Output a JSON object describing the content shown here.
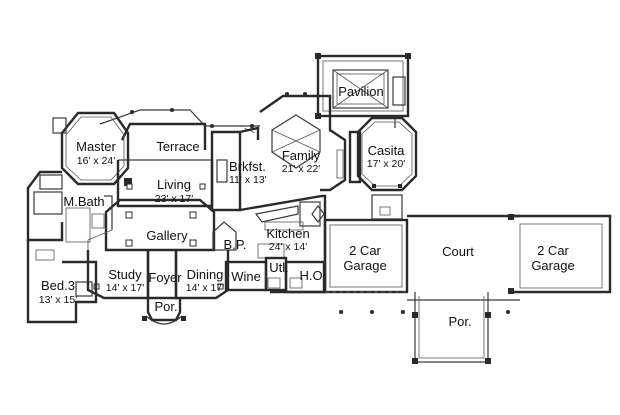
{
  "rooms": {
    "pavilion": {
      "name": "Pavilion"
    },
    "master": {
      "name": "Master",
      "dims": "16' x 24'"
    },
    "terrace": {
      "name": "Terrace"
    },
    "brkfst": {
      "name": "Brkfst.",
      "dims": "11' x 13'"
    },
    "family": {
      "name": "Family",
      "dims": "21' x 22'"
    },
    "casita": {
      "name": "Casita",
      "dims": "17' x 20'"
    },
    "living": {
      "name": "Living",
      "dims": "23' x 17'"
    },
    "mbath": {
      "name": "M.Bath"
    },
    "gallery": {
      "name": "Gallery"
    },
    "kitchen": {
      "name": "Kitchen",
      "dims": "24' x 14'"
    },
    "bp": {
      "name": "B.P."
    },
    "garage1": {
      "name": "2 Car",
      "sub": "Garage"
    },
    "court": {
      "name": "Court"
    },
    "garage2": {
      "name": "2 Car",
      "sub": "Garage"
    },
    "utl": {
      "name": "Utl."
    },
    "ho": {
      "name": "H.O"
    },
    "wine": {
      "name": "Wine"
    },
    "study": {
      "name": "Study",
      "dims": "14' x 17'"
    },
    "foyer": {
      "name": "Foyer"
    },
    "dining": {
      "name": "Dining",
      "dims": "14' x 17'"
    },
    "bed3": {
      "name": "Bed.3",
      "dims": "13' x 15'"
    },
    "por1": {
      "name": "Por."
    },
    "por2": {
      "name": "Por."
    }
  }
}
